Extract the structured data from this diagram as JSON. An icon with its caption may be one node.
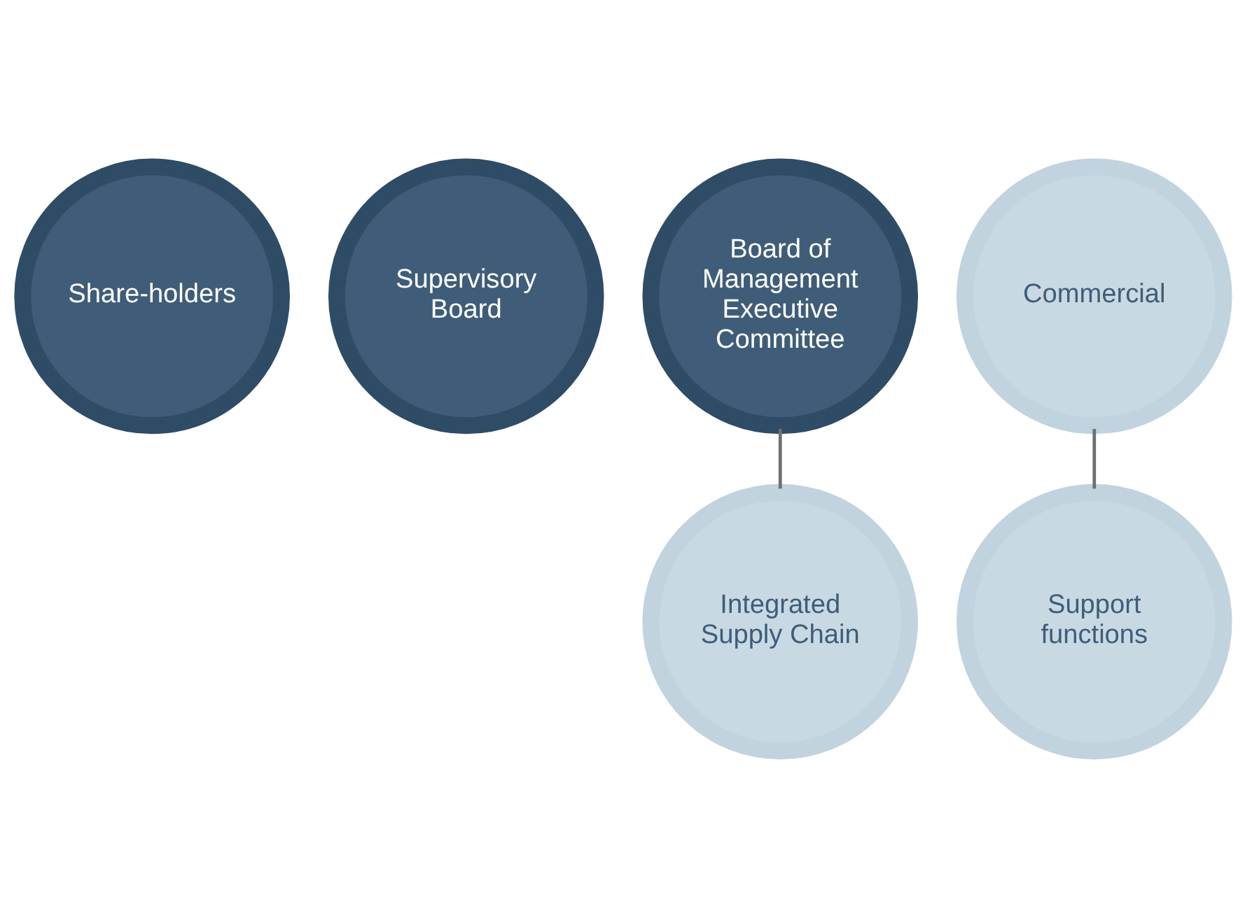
{
  "diagram": {
    "nodes": [
      {
        "text": [
          "Share-holders"
        ]
      },
      {
        "text": [
          "Supervisory Board"
        ]
      },
      {
        "text": [
          "Board of Management",
          "Executive Committee"
        ]
      },
      {
        "text": [
          "Commercial"
        ]
      },
      {
        "text": [
          "Integrated Supply Chain"
        ]
      },
      {
        "text": [
          "Support functions"
        ]
      }
    ],
    "edges": [
      {
        "from": 3,
        "to": 5,
        "arrow": "none"
      },
      {
        "from": 2,
        "to": 4,
        "arrow": "none"
      }
    ]
  }
}
